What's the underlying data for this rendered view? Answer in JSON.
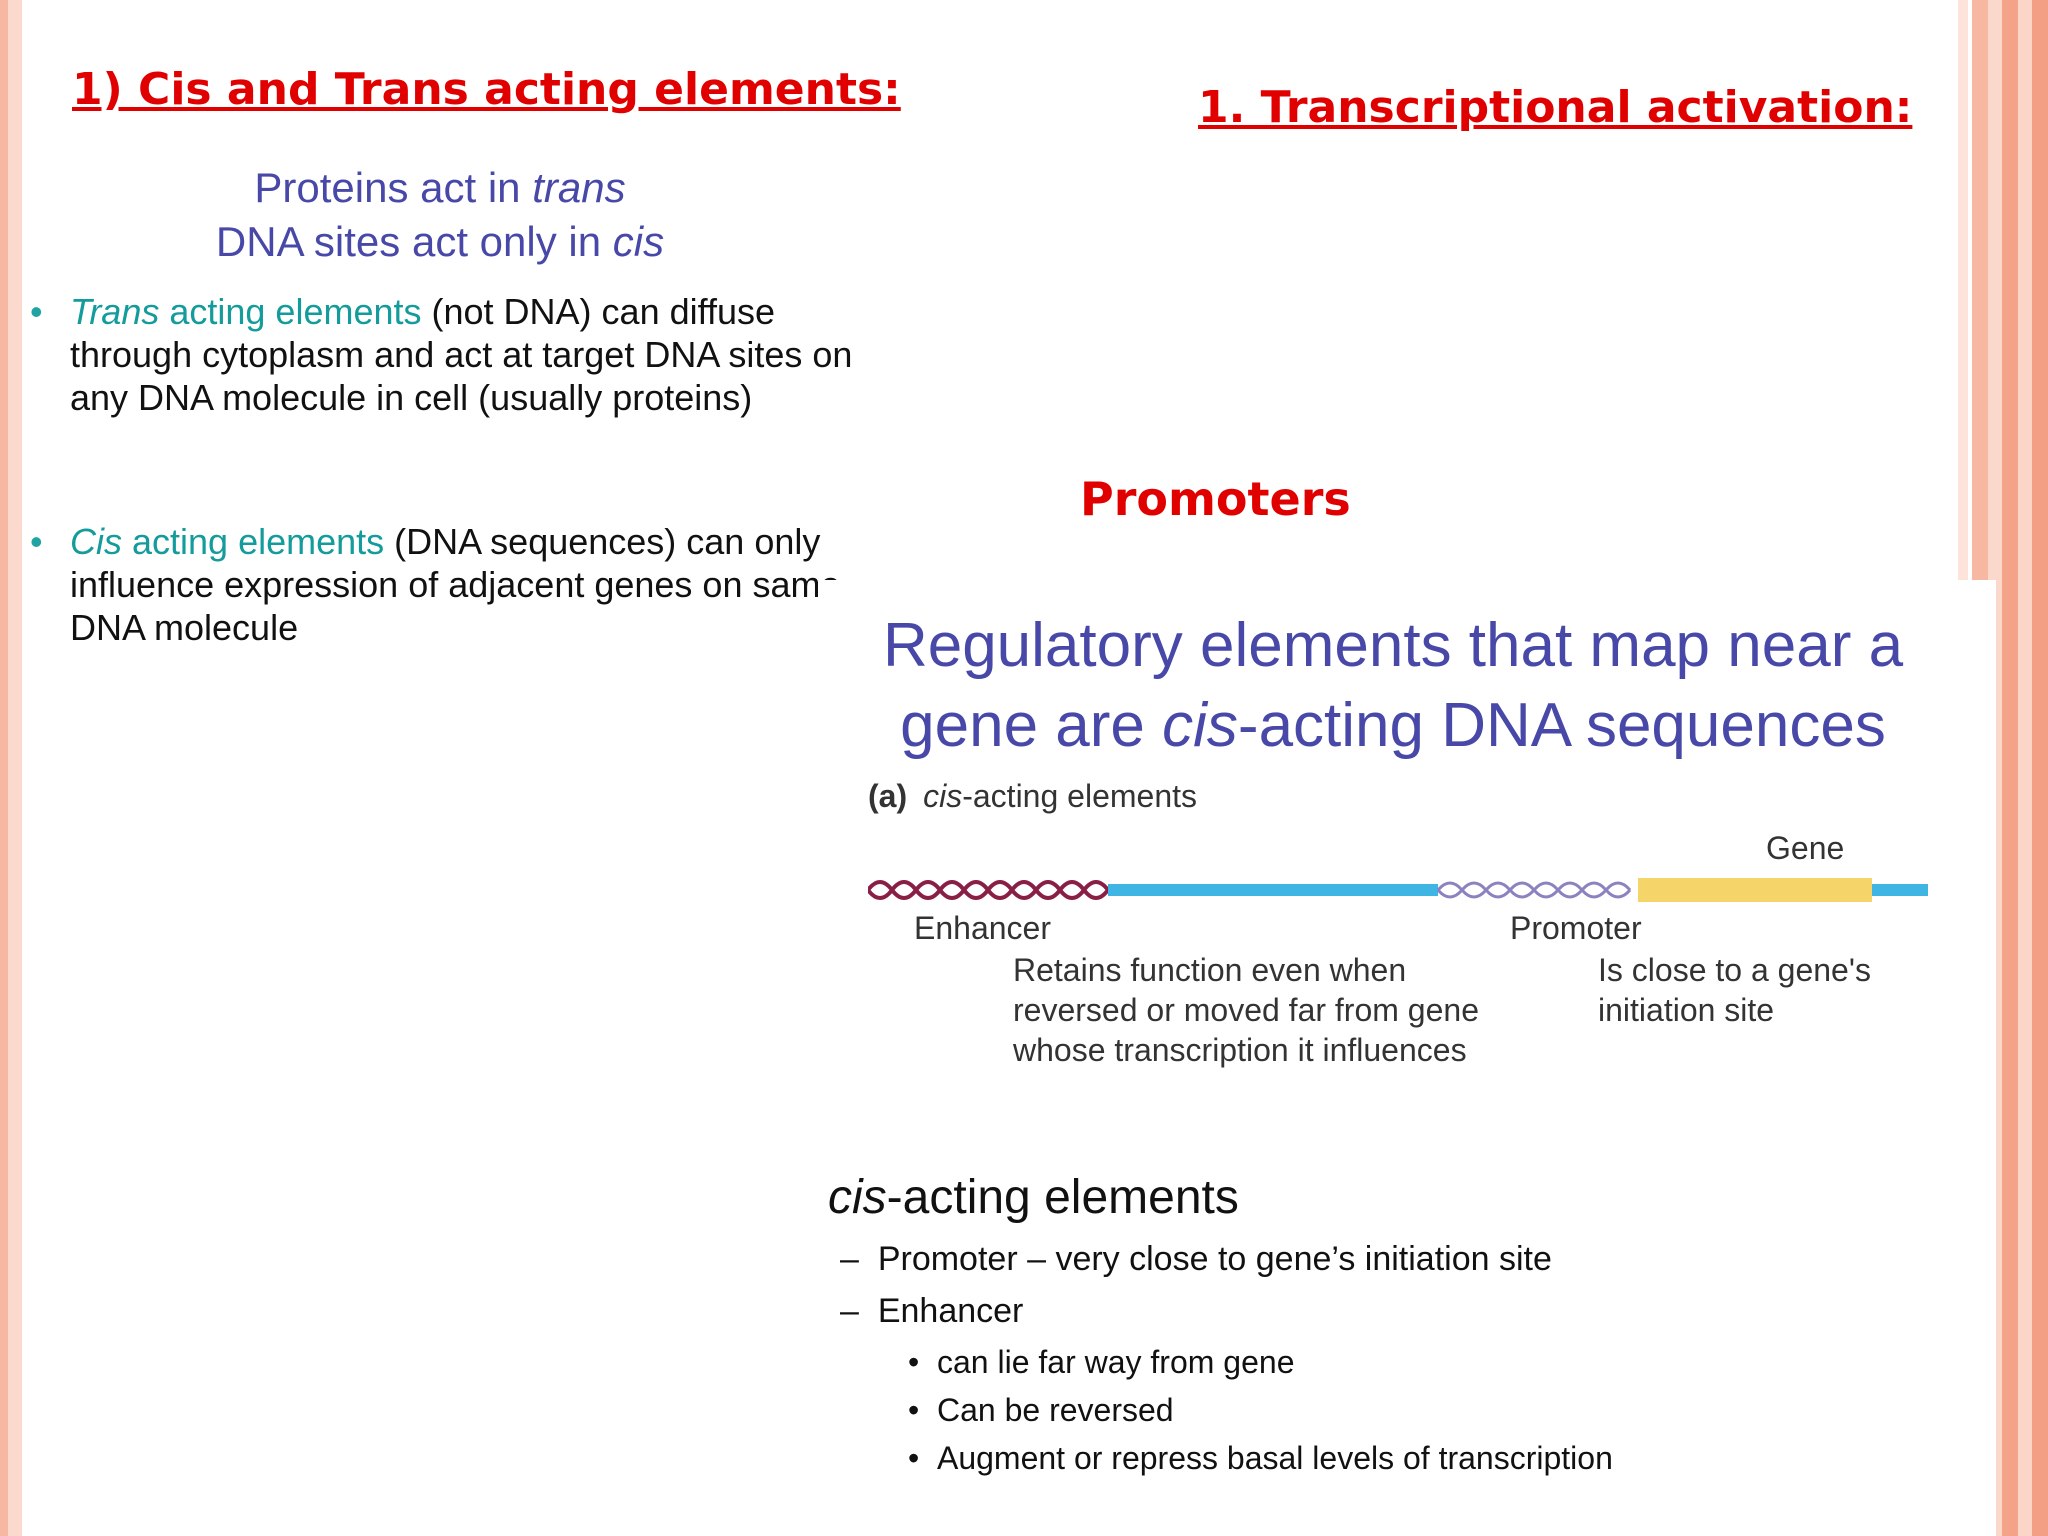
{
  "left_title": "1) Cis and Trans acting elements:",
  "right_title": "1. Transcriptional activation:",
  "centered": {
    "line1_prefix": "Proteins act in ",
    "line1_italic": "trans",
    "line2_prefix": "DNA sites act only in ",
    "line2_italic": "cis"
  },
  "bullets": [
    {
      "marker": "•",
      "italic": "Trans",
      "colored": " acting elements",
      "text": " (not DNA) can diffuse through cytoplasm and act at target DNA sites on any DNA molecule in cell (usually proteins)"
    },
    {
      "marker": "•",
      "italic": "Cis",
      "colored": " acting elements",
      "text": " (DNA sequences) can only influence expression of adjacent genes on same DNA molecule"
    }
  ],
  "promoters_heading": "Promoters",
  "regulatory": {
    "title_line1": "Regulatory elements that map near a",
    "title_line2_prefix": "gene are ",
    "title_line2_italic": "cis",
    "title_line2_suffix": "-acting DNA sequences",
    "diagram": {
      "label_letter": "(a)",
      "label_italic": "cis",
      "label_suffix": "-acting elements",
      "gene_label": "Gene",
      "enhancer_label": "Enhancer",
      "promoter_label": "Promoter",
      "enhancer_desc": "Retains function even when reversed or moved far from gene whose transcription it influences",
      "promoter_desc": "Is close to a gene's initiation site"
    },
    "cis_heading_italic": "cis",
    "cis_heading_suffix": "-acting elements",
    "items": [
      {
        "marker": "–",
        "text": "Promoter – very close to gene’s initiation site"
      },
      {
        "marker": "–",
        "text": "Enhancer"
      }
    ],
    "subitems": [
      {
        "marker": "•",
        "text": "can lie far way from gene"
      },
      {
        "marker": "•",
        "text": "Can be reversed"
      },
      {
        "marker": "•",
        "text": "Augment or repress basal levels of transcription"
      }
    ]
  },
  "colors": {
    "title_red": "#e00000",
    "heading_blue": "#4848a8",
    "teal": "#149b9b",
    "enhancer_helix": "#8a1f45",
    "promoter_helix": "#8c82c0",
    "dna_blue": "#3fb5e3",
    "gene_yellow": "#f5d56a"
  }
}
